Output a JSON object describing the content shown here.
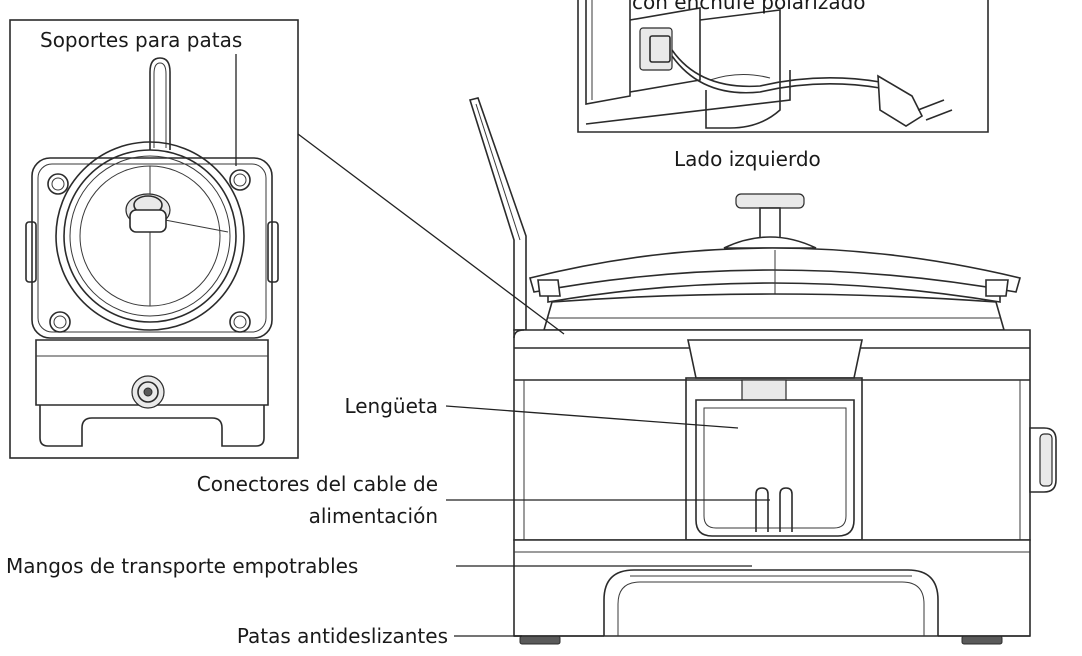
{
  "labels": {
    "top_caption": "con enchufe polarizado",
    "left_side": "Lado izquierdo",
    "foot_supports": "Soportes para patas",
    "tab": "Lengüeta",
    "power_connectors_line1": "Conectores del cable de",
    "power_connectors_line2": "alimentación",
    "carry_handles": "Mangos de transporte empotrables",
    "non_slip_feet": "Patas antideslizantes"
  }
}
